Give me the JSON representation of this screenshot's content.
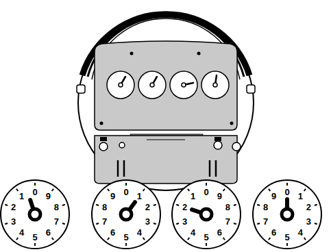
{
  "diagram": {
    "nodes": [
      {
        "text": [
          "0",
          "1",
          "2",
          "3",
          "4",
          "5",
          "6",
          "7",
          "8",
          "9"
        ]
      },
      {
        "text": [
          "0",
          "1",
          "2",
          "3",
          "4",
          "5",
          "6",
          "7",
          "8",
          "9"
        ]
      },
      {
        "text": [
          "0",
          "1",
          "2",
          "3",
          "4",
          "5",
          "6",
          "7",
          "8",
          "9"
        ]
      },
      {
        "text": [
          "0",
          "1",
          "2",
          "3",
          "4",
          "5",
          "6",
          "7",
          "8",
          "9"
        ]
      }
    ]
  }
}
